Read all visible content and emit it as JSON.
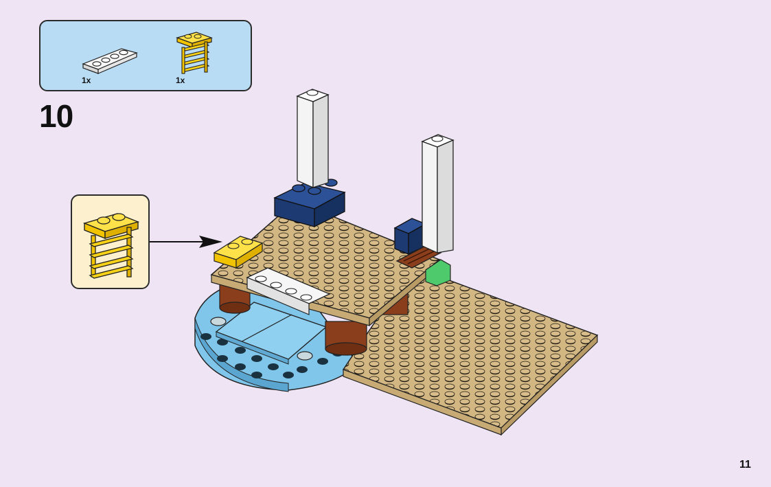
{
  "parts_list": {
    "items": [
      {
        "icon": "white-1x4-plate-icon",
        "quantity": "1x",
        "color": "#f4f4f4"
      },
      {
        "icon": "yellow-ladder-bracket-icon",
        "quantity": "1x",
        "color": "#f7d117"
      }
    ]
  },
  "step": {
    "number": "10"
  },
  "callout": {
    "icon": "yellow-ladder-bracket-icon",
    "color": "#f7d117"
  },
  "model": {
    "base_plate_color": "#d3b783",
    "pool_color": "#7fc2e8",
    "pillar_color": "#ffffff",
    "brick_color": "#1e3f7a",
    "ladder_color": "#f7d117",
    "white_plate_color": "#f4f4f4"
  },
  "page": {
    "number": "11"
  }
}
